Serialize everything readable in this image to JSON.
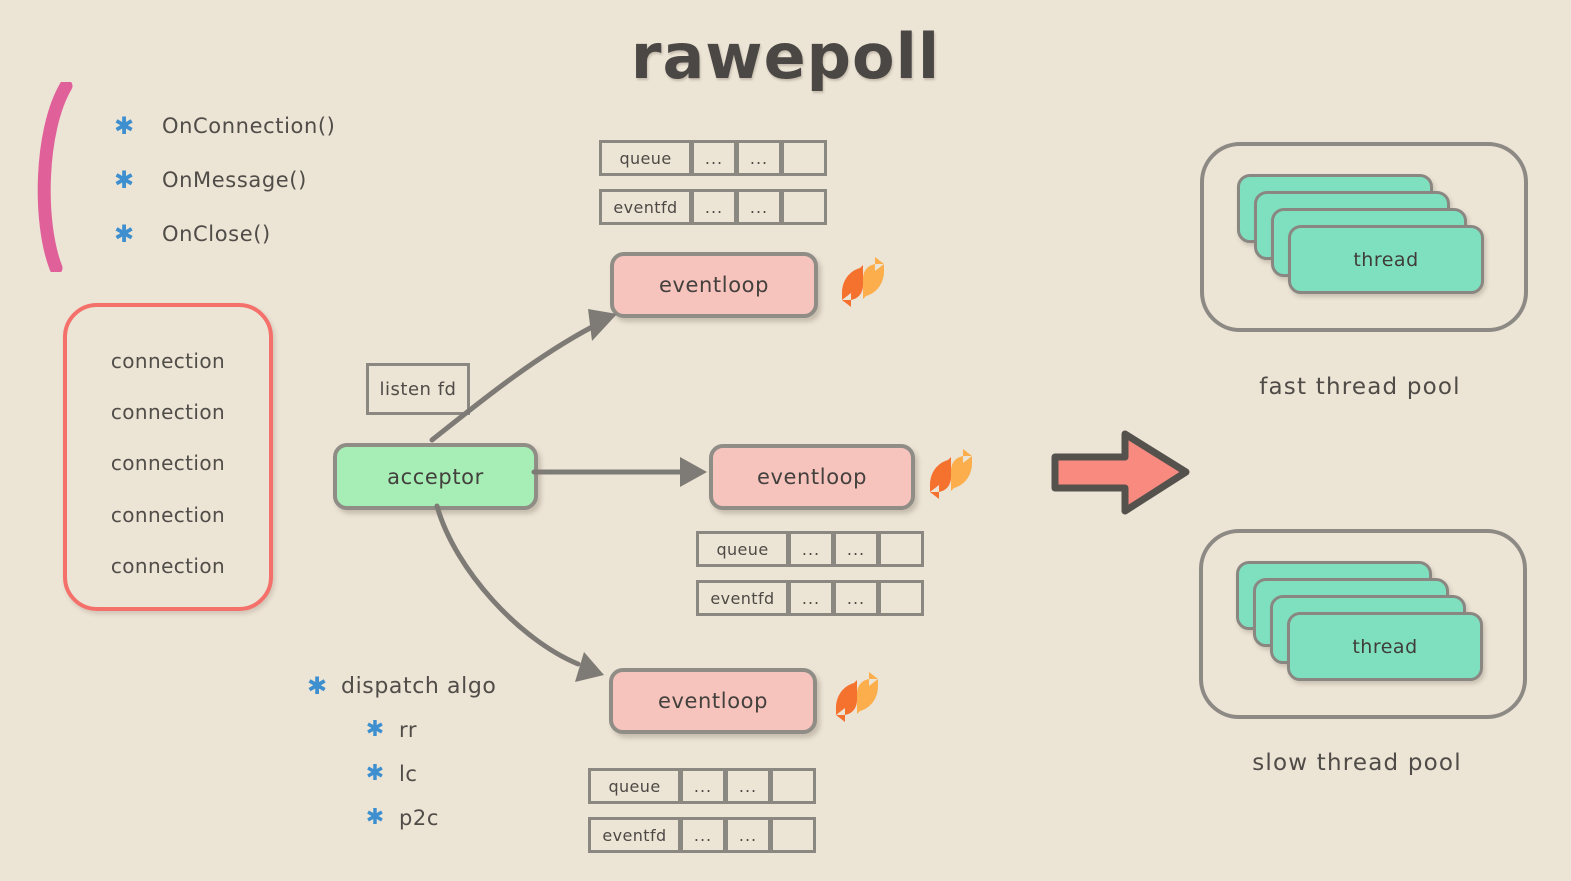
{
  "title": "rawepoll",
  "background_color": "#ece4d5",
  "colors": {
    "background": "#ece4d5",
    "text": "#4f4b47",
    "bullet_blue": "#3d8fcf",
    "paren_pink": "#e0609a",
    "connection_border_red": "#f4706b",
    "acceptor_green": "#a6eeb6",
    "eventloop_pink": "#f6c3bd",
    "thread_green": "#7fe0c0",
    "frame_gray": "#8d8a85",
    "arrow_gray": "#7e7b76",
    "big_arrow_fill": "#f98a80",
    "big_arrow_outline": "#55514d",
    "refresh_dark_orange": "#f4712e",
    "refresh_light_orange": "#fbae4b"
  },
  "callbacks": {
    "bullet_icon": "asterisk-bullet",
    "items": [
      {
        "label": "OnConnection()"
      },
      {
        "label": "OnMessage()"
      },
      {
        "label": "OnClose()"
      }
    ]
  },
  "connections": {
    "items": [
      {
        "label": "connection"
      },
      {
        "label": "connection"
      },
      {
        "label": "connection"
      },
      {
        "label": "connection"
      },
      {
        "label": "connection"
      }
    ]
  },
  "listen_fd": {
    "label": "listen fd"
  },
  "acceptor": {
    "label": "acceptor"
  },
  "eventloops": [
    {
      "label": "eventloop"
    },
    {
      "label": "eventloop"
    },
    {
      "label": "eventloop"
    }
  ],
  "tables": [
    {
      "rows": [
        {
          "label": "queue",
          "cells": [
            "queue",
            "...",
            "...",
            ""
          ]
        },
        {
          "label": "eventfd",
          "cells": [
            "eventfd",
            "...",
            "...",
            ""
          ]
        }
      ]
    },
    {
      "rows": [
        {
          "label": "queue",
          "cells": [
            "queue",
            "...",
            "...",
            ""
          ]
        },
        {
          "label": "eventfd",
          "cells": [
            "eventfd",
            "...",
            "...",
            ""
          ]
        }
      ]
    },
    {
      "rows": [
        {
          "label": "queue",
          "cells": [
            "queue",
            "...",
            "...",
            ""
          ]
        },
        {
          "label": "eventfd",
          "cells": [
            "eventfd",
            "...",
            "...",
            ""
          ]
        }
      ]
    }
  ],
  "dispatch": {
    "heading": "dispatch algo",
    "algorithms": [
      {
        "label": "rr"
      },
      {
        "label": "lc"
      },
      {
        "label": "p2c"
      }
    ]
  },
  "thread_pools": [
    {
      "caption": "fast thread pool",
      "thread_count": 4,
      "thread_label": "thread"
    },
    {
      "caption": "slow thread pool",
      "thread_count": 4,
      "thread_label": "thread"
    }
  ],
  "icons": {
    "refresh": "refresh-loop-icon",
    "big_arrow": "right-arrow-icon",
    "paren": "curly-paren-icon"
  }
}
